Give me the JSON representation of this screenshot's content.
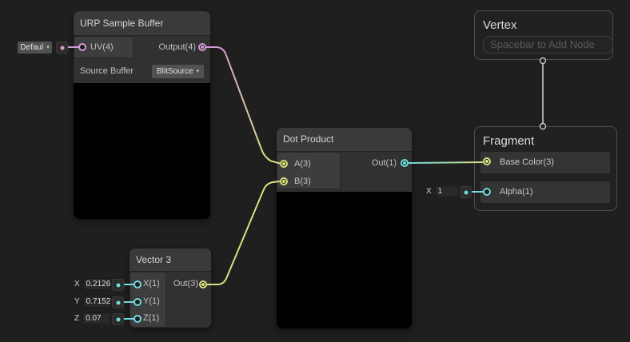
{
  "colors": {
    "background": "#1f1f1f",
    "vector4_pink": "#d79cd5",
    "vector3_yellow": "#d8e080",
    "vector1_cyan": "#6edbe0",
    "connector_gray": "#c9c9c9"
  },
  "icons": {
    "dropdown_arrow": "▾"
  },
  "nodes": {
    "urp": {
      "title": "URP Sample Buffer",
      "uv_port": "UV(4)",
      "output_port": "Output(4)",
      "source_buffer_label": "Source Buffer",
      "source_buffer_value": "BlitSource"
    },
    "dot": {
      "title": "Dot Product",
      "a_port": "A(3)",
      "b_port": "B(3)",
      "out_port": "Out(1)"
    },
    "vec3": {
      "title": "Vector 3",
      "x_port": "X(1)",
      "y_port": "Y(1)",
      "z_port": "Z(1)",
      "out_port": "Out(3)"
    },
    "vertex": {
      "title": "Vertex",
      "placeholder": "Spacebar to Add Node"
    },
    "fragment": {
      "title": "Fragment",
      "base_color_port": "Base Color(3)",
      "alpha_port": "Alpha(1)"
    }
  },
  "widgets": {
    "uv_default": {
      "value": "Defaul"
    },
    "vector3_fields": [
      {
        "label": "X",
        "value": "0.2126"
      },
      {
        "label": "Y",
        "value": "0.7152"
      },
      {
        "label": "Z",
        "value": "0.07"
      }
    ],
    "alpha_field": {
      "label": "X",
      "value": "1"
    }
  }
}
